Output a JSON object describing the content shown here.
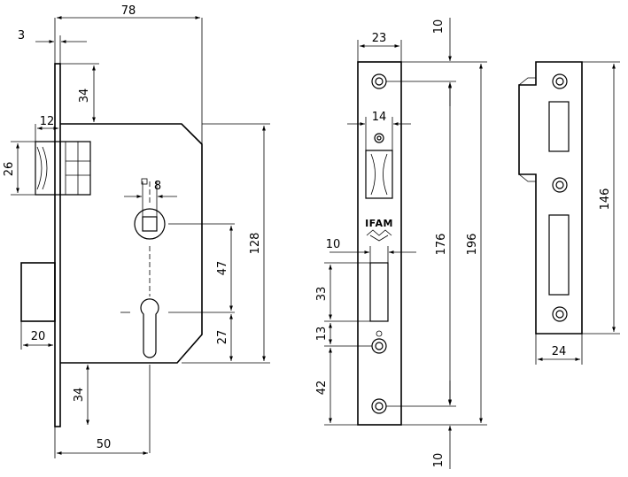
{
  "drawing": {
    "brand": "IFAM",
    "lock_body": {
      "dims": {
        "backset_total": "78",
        "faceplate_thickness": "3",
        "top_to_latch": "34",
        "latch_width": "12",
        "latch_height": "26",
        "spindle_square": "8",
        "body_height": "128",
        "spindle_to_cylinder": "47",
        "cylinder_to_bottom": "27",
        "deadbolt_projection": "20",
        "bottom_offset": "34",
        "backset": "50"
      }
    },
    "faceplate": {
      "dims": {
        "width": "23",
        "top_margin": "10",
        "latch_opening_width": "14",
        "bolt_opening_width": "10",
        "bolt_opening_height": "33",
        "hole_spacing": "13",
        "bottom_spacing": "42",
        "inner_length": "176",
        "total_length": "196",
        "bottom_margin": "10"
      }
    },
    "strike_plate": {
      "dims": {
        "length": "146",
        "width": "24"
      }
    }
  }
}
